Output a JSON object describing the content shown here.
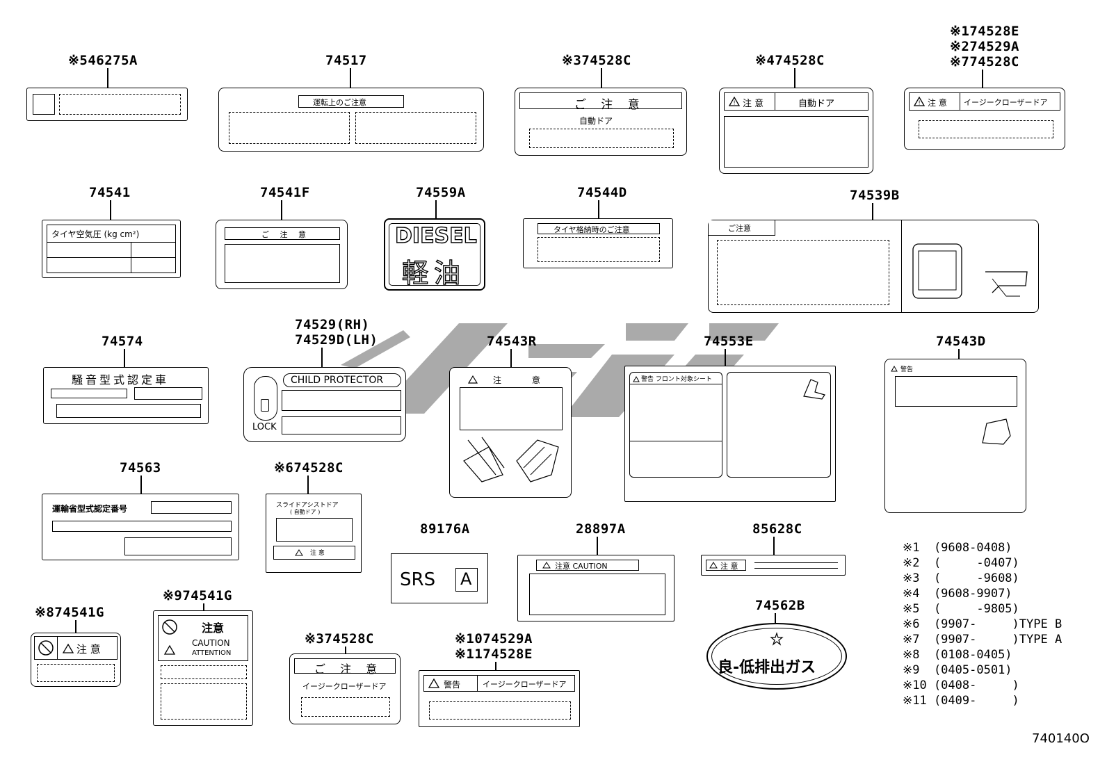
{
  "part_numbers": {
    "p546275a": "※546275A",
    "p74517": "74517",
    "p374528c_top": "※374528C",
    "p474528c": "※474528C",
    "p174528e": "※174528E",
    "p274529a": "※274529A",
    "p774528c": "※774528C",
    "p74541": "74541",
    "p74541f": "74541F",
    "p74559a": "74559A",
    "p74544d": "74544D",
    "p74539b": "74539B",
    "p74574": "74574",
    "p74529_rh": "74529(RH)",
    "p74529d_lh": "74529D(LH)",
    "p74543r": "74543R",
    "p74553e": "74553E",
    "p74543d": "74543D",
    "p74563": "74563",
    "p674528c": "※674528C",
    "p89176a": "89176A",
    "p28897a": "28897A",
    "p85628c": "85628C",
    "p74562b": "74562B",
    "p874541g": "※874541G",
    "p974541g": "※974541G",
    "p374528c_bot": "※374528C",
    "p1074529a": "※1074529A",
    "p1174528e": "※1174528E"
  },
  "label_text": {
    "untenjou": "運転上のご注意",
    "go_chuui_spaced": "ご 注 意",
    "jidou_door": "自動ドア",
    "chuui_tri": "注 意",
    "jidou_door2": "自動ドア",
    "easy_closer": "イージークローザードア",
    "tire_pressure": "タイヤ空気圧 (kg cm²)",
    "go_chuui_small": "ご 注 意",
    "diesel": "DIESEL",
    "keiyu": "軽油",
    "tire_storage": "タイヤ格納時のご注意",
    "go_chuui_plain": "ご注意",
    "souon": "騒音型式認定車",
    "child_protector": "CHILD PROTECTOR",
    "lock": "LOCK",
    "chuui_spaced": "注 意",
    "keikoku_front": "警告 フロント対象シート",
    "keikoku": "警告",
    "unyu": "運輸省型式認定番号",
    "slide_door": "スライドアシストドア",
    "jidou_paren": "( 自動ドア )",
    "chuui_small": "注 意",
    "srs": "SRS",
    "srs_a": "A",
    "chuui_caution": "注意 CAUTION",
    "chuui_85628": "注 意",
    "ryou_tei": "良-低排出ガス",
    "chuui_g": "注意",
    "chuui_big": "注 意",
    "caution": "CAUTION",
    "attention": "ATTENTION",
    "go_chuui_bot": "ご 注 意",
    "easy_closer_bot": "イージークローザードア",
    "keikoku_bot": "警告",
    "easy_closer_bot2": "イージークローザードア"
  },
  "notes": [
    "※1  (9608-0408)",
    "※2  (     -0407)",
    "※3  (     -9608)",
    "※4  (9608-9907)",
    "※5  (     -9805)",
    "※6  (9907-     )TYPE B",
    "※7  (9907-     )TYPE A",
    "※8  (0108-0405)",
    "※9  (0405-0501)",
    "※10 (0408-     )",
    "※11 (0409-     )"
  ],
  "figure_code": "740140O"
}
